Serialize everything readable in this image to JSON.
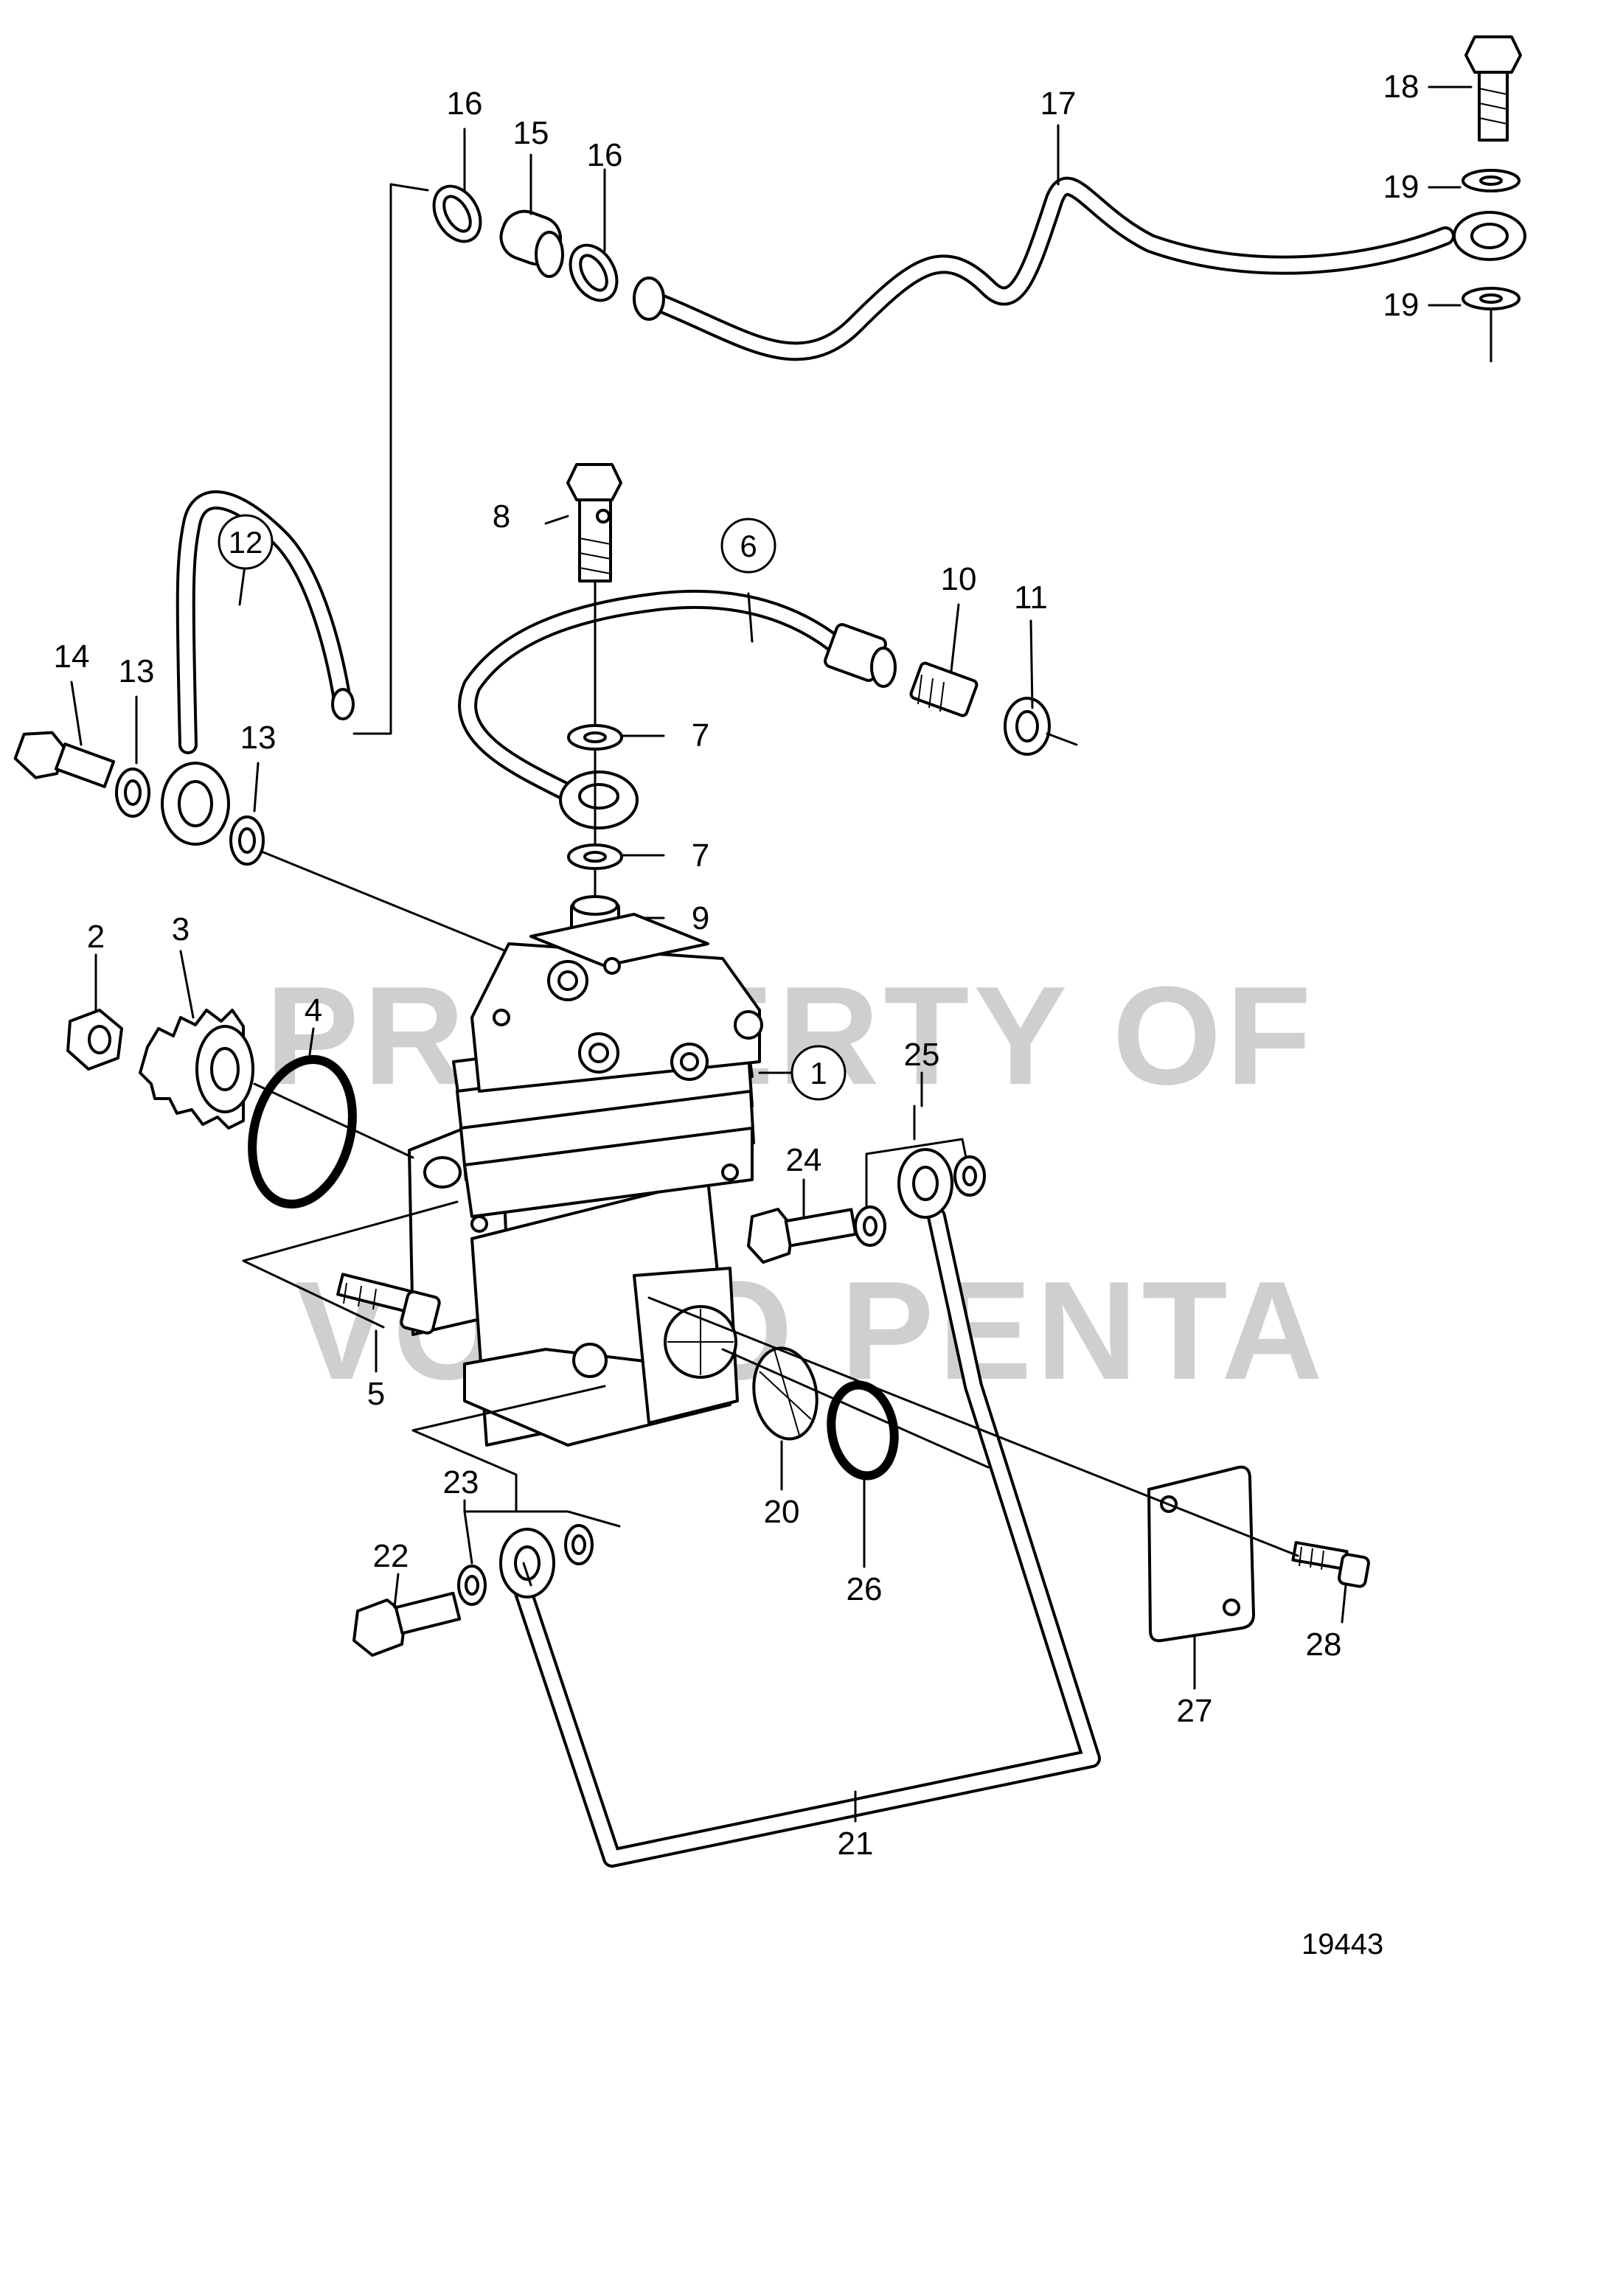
{
  "watermark": {
    "line1": "PROPERTY OF",
    "line2": "VOLVO PENTA"
  },
  "drawing_number": "19443",
  "callouts": {
    "p1": "1",
    "p2": "2",
    "p3": "3",
    "p4": "4",
    "p5": "5",
    "p6": "6",
    "p7a": "7",
    "p7b": "7",
    "p8": "8",
    "p9": "9",
    "p10": "10",
    "p11": "11",
    "p12": "12",
    "p13a": "13",
    "p13b": "13",
    "p14": "14",
    "p15": "15",
    "p16a": "16",
    "p16b": "16",
    "p17": "17",
    "p18": "18",
    "p19a": "19",
    "p19b": "19",
    "p20": "20",
    "p21": "21",
    "p22": "22",
    "p23": "23",
    "p24": "24",
    "p25": "25",
    "p26": "26",
    "p27": "27",
    "p28": "28"
  }
}
